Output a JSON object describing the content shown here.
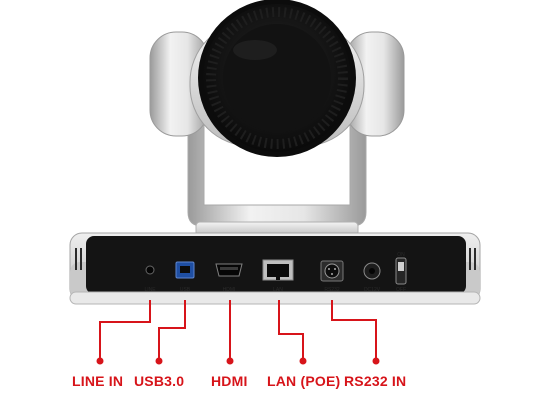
{
  "ports": [
    {
      "id": "line",
      "panel_label": "LINE",
      "callout": "LINE IN"
    },
    {
      "id": "usb",
      "panel_label": "USB",
      "callout": "USB3.0"
    },
    {
      "id": "hdmi",
      "panel_label": "HDMI",
      "callout": "HDMI"
    },
    {
      "id": "lan",
      "panel_label": "LAN",
      "callout": "LAN (POE)"
    },
    {
      "id": "rs232",
      "panel_label": "RS232",
      "callout": "RS232 IN"
    }
  ],
  "power": {
    "dc_label": "DC12V",
    "switch_on": "ON",
    "switch_off": "OFF"
  },
  "colors": {
    "accent": "#d7141a",
    "base_black": "#161616",
    "silver": "#d9d9d9",
    "usb_blue": "#2a5fb8"
  }
}
